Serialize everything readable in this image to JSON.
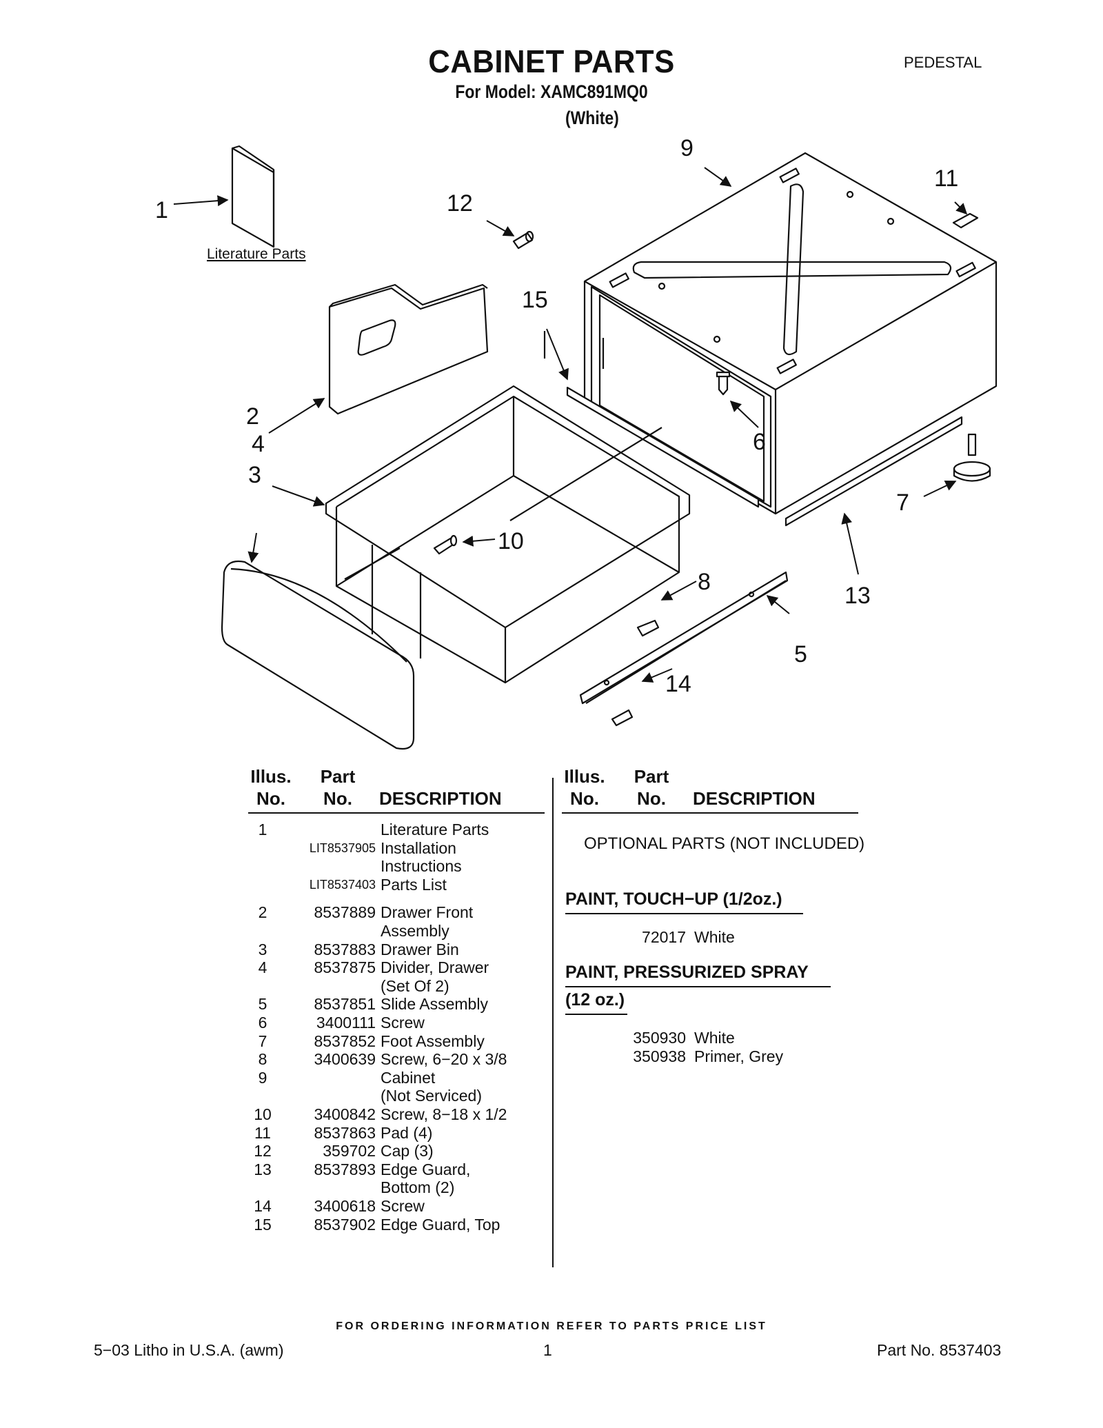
{
  "header": {
    "title": "CABINET PARTS",
    "model_line": "For Model: XAMC891MQ0",
    "color_line": "(White)",
    "section": "PEDESTAL"
  },
  "diagram": {
    "callouts": [
      "1",
      "2",
      "3",
      "4",
      "5",
      "6",
      "7",
      "8",
      "9",
      "10",
      "11",
      "12",
      "13",
      "14",
      "15"
    ],
    "literature_label": "Literature Parts"
  },
  "parts_table": {
    "head_illus": [
      "Illus.",
      "No."
    ],
    "head_part": [
      "Part",
      "No."
    ],
    "head_desc": "DESCRIPTION",
    "rows": [
      {
        "illus": "1",
        "part": "",
        "desc": "Literature Parts"
      },
      {
        "illus": "",
        "part": "LIT8537905",
        "desc": "Installation"
      },
      {
        "illus": "",
        "part": "",
        "desc": "Instructions"
      },
      {
        "illus": "",
        "part": "LIT8537403",
        "desc": "Parts List"
      },
      {
        "illus": "2",
        "part": "8537889",
        "desc": "Drawer Front"
      },
      {
        "illus": "",
        "part": "",
        "desc": "Assembly"
      },
      {
        "illus": "3",
        "part": "8537883",
        "desc": "Drawer Bin"
      },
      {
        "illus": "4",
        "part": "8537875",
        "desc": "Divider, Drawer"
      },
      {
        "illus": "",
        "part": "",
        "desc": "(Set Of 2)"
      },
      {
        "illus": "5",
        "part": "8537851",
        "desc": "Slide Assembly"
      },
      {
        "illus": "6",
        "part": "3400111",
        "desc": "Screw"
      },
      {
        "illus": "7",
        "part": "8537852",
        "desc": "Foot Assembly"
      },
      {
        "illus": "8",
        "part": "3400639",
        "desc": "Screw, 6−20 x 3/8"
      },
      {
        "illus": "9",
        "part": "",
        "desc": "Cabinet"
      },
      {
        "illus": "",
        "part": "",
        "desc": "(Not Serviced)"
      },
      {
        "illus": "10",
        "part": "3400842",
        "desc": "Screw, 8−18 x 1/2"
      },
      {
        "illus": "11",
        "part": "8537863",
        "desc": "Pad (4)"
      },
      {
        "illus": "12",
        "part": "359702",
        "desc": "Cap (3)"
      },
      {
        "illus": "13",
        "part": "8537893",
        "desc": "Edge Guard,"
      },
      {
        "illus": "",
        "part": "",
        "desc": "Bottom (2)"
      },
      {
        "illus": "14",
        "part": "3400618",
        "desc": "Screw"
      },
      {
        "illus": "15",
        "part": "8537902",
        "desc": "Edge Guard, Top"
      }
    ]
  },
  "optional": {
    "head_illus": [
      "Illus.",
      "No."
    ],
    "head_part": [
      "Part",
      "No."
    ],
    "head_desc": "DESCRIPTION",
    "intro": "OPTIONAL PARTS (NOT INCLUDED)",
    "touchup_title": "PAINT, TOUCH−UP (1/2oz.)",
    "touchup_items": [
      {
        "part": "72017",
        "desc": "White"
      }
    ],
    "spray_title_1": "PAINT, PRESSURIZED SPRAY",
    "spray_title_2": "(12 oz.)",
    "spray_items": [
      {
        "part": "350930",
        "desc": "White"
      },
      {
        "part": "350938",
        "desc": "Primer, Grey"
      }
    ]
  },
  "footer": {
    "ordering_note": "FOR ORDERING INFORMATION REFER TO PARTS PRICE LIST",
    "litho": "5−03 Litho in U.S.A. (awm)",
    "page": "1",
    "part_no": "Part No. 8537403"
  }
}
